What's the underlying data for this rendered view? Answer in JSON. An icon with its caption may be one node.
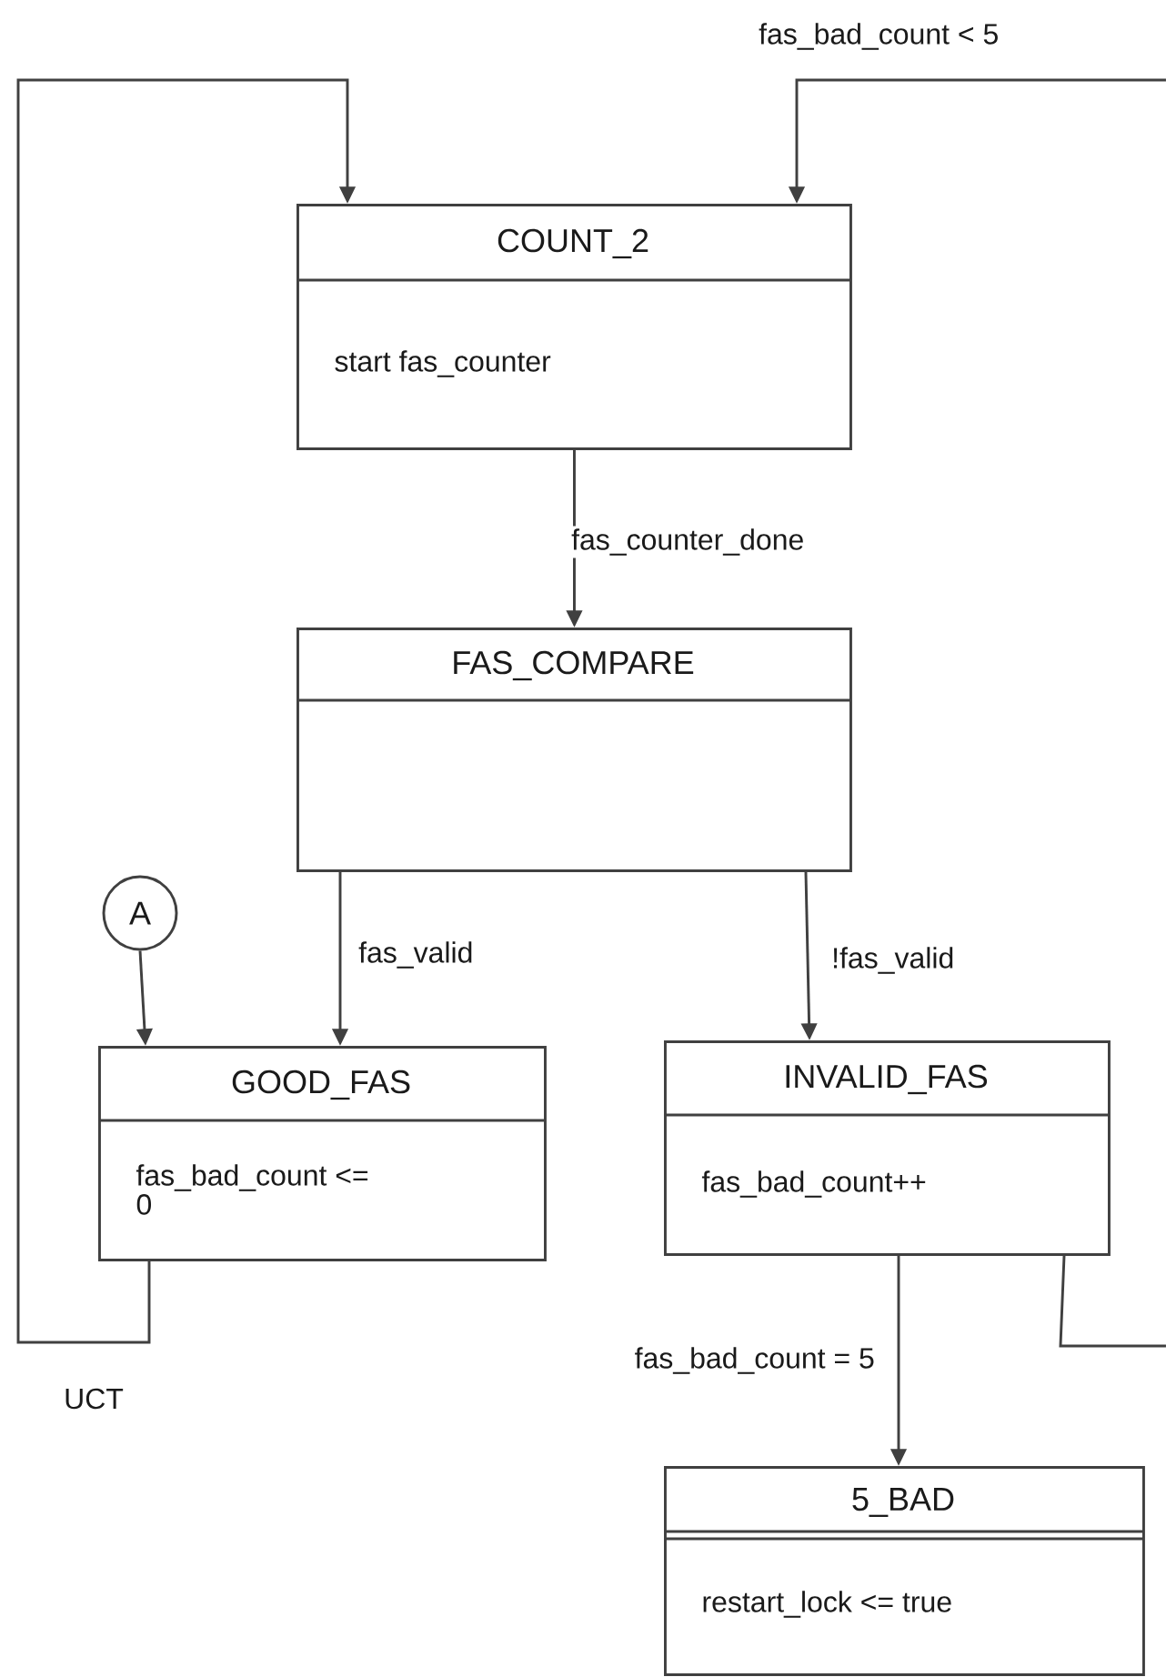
{
  "diagram": {
    "nodes": [
      {
        "text": [
          "COUNT_2",
          "start fas_counter"
        ]
      },
      {
        "text": [
          "FAS_COMPARE"
        ]
      },
      {
        "text": [
          "A"
        ]
      },
      {
        "text": [
          "GOOD_FAS",
          "fas_bad_count <= 0"
        ]
      },
      {
        "text": [
          "INVALID_FAS",
          "fas_bad_count++"
        ]
      },
      {
        "text": [
          "5_BAD",
          "restart_lock <= true"
        ]
      }
    ],
    "edges": [
      {
        "from": 2,
        "to": 3,
        "arrow": "to"
      },
      {
        "from": 0,
        "to": 1,
        "arrow": "to",
        "label": "fas_counter_done"
      },
      {
        "from": 1,
        "to": 3,
        "arrow": "to",
        "label": "fas_valid"
      },
      {
        "from": 1,
        "to": 4,
        "arrow": "to",
        "label": "!fas_valid"
      },
      {
        "from": 3,
        "to": 0,
        "arrow": "to",
        "label": "UCT"
      },
      {
        "from": 4,
        "to": 0,
        "arrow": "to",
        "label": "fas_bad_count < 5"
      },
      {
        "from": 4,
        "to": 5,
        "arrow": "to",
        "label": "fas_bad_count = 5"
      }
    ]
  }
}
